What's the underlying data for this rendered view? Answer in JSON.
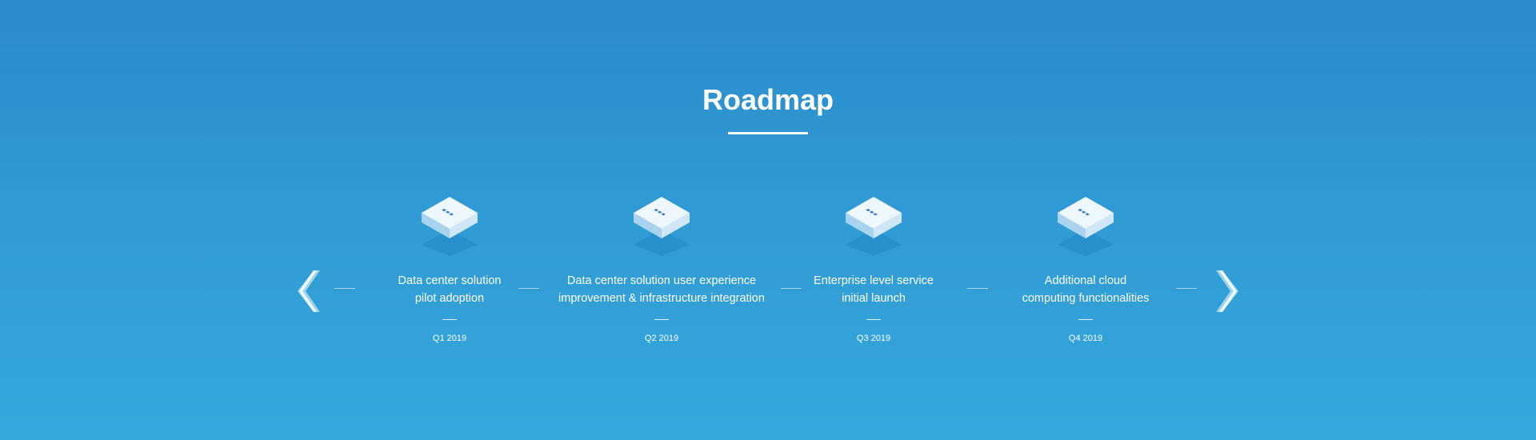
{
  "roadmap": {
    "title": "Roadmap",
    "milestones": [
      {
        "line1": "Data center solution",
        "line2": "pilot adoption",
        "quarter": "Q1 2019"
      },
      {
        "line1": "Data center solution user experience",
        "line2": "improvement & infrastructure integration",
        "quarter": "Q2 2019"
      },
      {
        "line1": "Enterprise level service",
        "line2": "initial launch",
        "quarter": "Q3 2019"
      },
      {
        "line1": "Additional cloud",
        "line2": "computing functionalities",
        "quarter": "Q4 2019"
      }
    ]
  },
  "icons": {
    "prev": "chevron-left-icon",
    "next": "chevron-right-icon",
    "milestone": "server-block-icon"
  },
  "colors": {
    "background_top": "#2b8bcc",
    "background_bottom": "#35a8dc",
    "text": "#ffffff",
    "icon_top": "#e8f4fb",
    "icon_shadow": "#1f88c4",
    "icon_dots": "#2e7fc2"
  }
}
